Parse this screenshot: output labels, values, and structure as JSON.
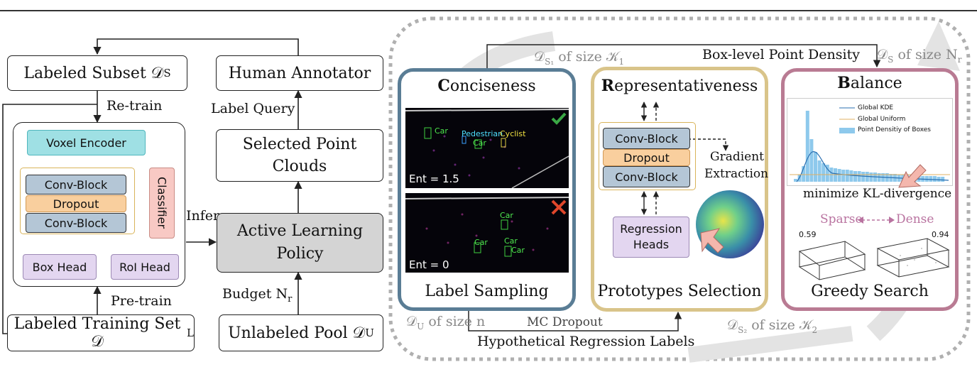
{
  "left": {
    "labeled_subset": "Labeled Subset 𝒟",
    "labeled_subset_sub": "S",
    "human_annotator": "Human Annotator",
    "retrain": "Re-train",
    "label_query": "Label Query",
    "selected_point_clouds_1": "Selected Point",
    "selected_point_clouds_2": "Clouds",
    "voxel_encoder": "Voxel  Encoder",
    "classifier": "Classifier",
    "conv_block_1": "Conv-Block",
    "dropout": "Dropout",
    "conv_block_2": "Conv-Block",
    "box_head": "Box Head",
    "roi_head": "RoI Head",
    "infer": "Infer",
    "al_policy_1": "Active Learning",
    "al_policy_2": "Policy",
    "budget": "Budget N",
    "budget_sub": "r",
    "pretrain": "Pre-train",
    "labeled_training": "Labeled Training Set 𝒟",
    "labeled_training_sub": "L",
    "unlabeled_pool": "Unlabeled Pool 𝒟",
    "unlabeled_pool_sub": "U"
  },
  "right": {
    "top_left_label": "𝒟",
    "top_left_sub": "S₁",
    "top_left_rest": " of size 𝒦",
    "top_left_k": "1",
    "box_level": "Box-level Point Density",
    "top_right_label": "𝒟",
    "top_right_sub": "S",
    "top_right_rest": " of size N",
    "top_right_n": "r",
    "conciseness_c": "C",
    "conciseness_rest": "onciseness",
    "representativeness_r": "R",
    "representativeness_rest": "epresentativeness",
    "balance_b": "B",
    "balance_rest": "alance",
    "ent_high": "Ent = 1.5",
    "ent_low": "Ent = 0",
    "car": "Car",
    "pedestrian": "Pedestrian",
    "cyclist": "Cyclist",
    "label_sampling": "Label Sampling",
    "conv_block_1": "Conv-Block",
    "dropout": "Dropout",
    "conv_block_2": "Conv-Block",
    "gradient": "Gradient",
    "extraction": "Extraction",
    "regression_1": "Regression",
    "regression_2": "Heads",
    "prototypes_selection": "Prototypes Selection",
    "legend_kde": "Global KDE",
    "legend_uniform": "Global Uniform",
    "legend_density": "Point Densitiy of Boxes",
    "minimize_kl": "minimize KL-divergence",
    "sparse": "Sparse",
    "dense": "Dense",
    "val_sparse": "0.59",
    "val_dense": "0.94",
    "greedy_search": "Greedy Search",
    "bottom_du": "𝒟",
    "bottom_du_sub": "U",
    "bottom_du_rest": " of size n",
    "mc_dropout": "MC Dropout",
    "hypothetical": "Hypothetical Regression Labels",
    "bottom_ds2": "𝒟",
    "bottom_ds2_sub": "S₂",
    "bottom_ds2_rest": " of size 𝒦",
    "bottom_ds2_k": "2"
  },
  "colors": {
    "conciseness_border": "#5a7d95",
    "representativeness_border": "#d9c48a",
    "balance_border": "#b97b93",
    "check": "#3aa845",
    "cross": "#e0472b",
    "sparse_dense": "#b973a0",
    "hist": "#8ec9ec"
  }
}
